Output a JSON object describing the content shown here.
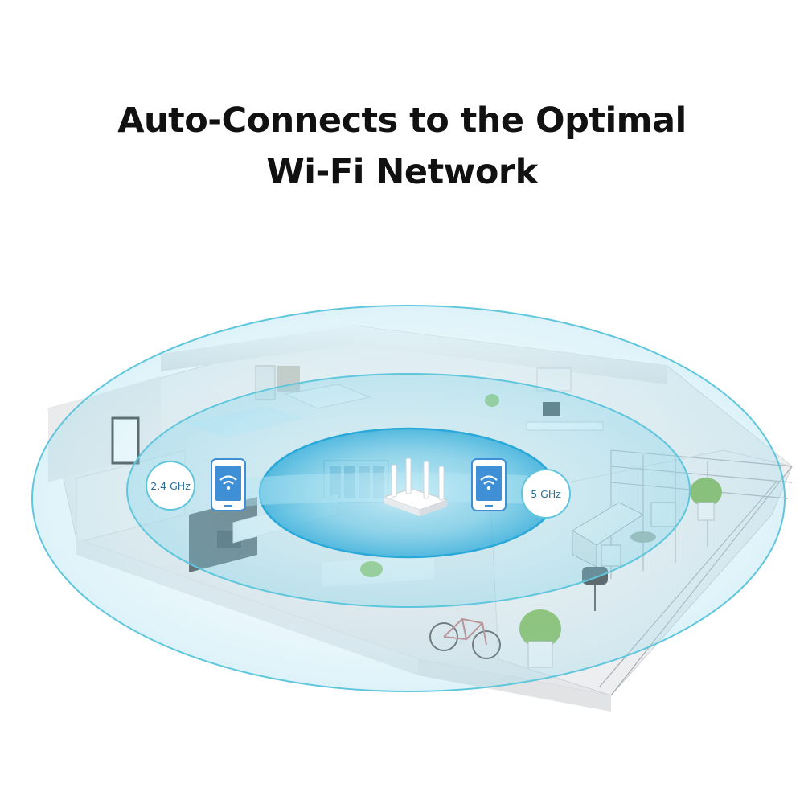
{
  "headline": {
    "line1": "Auto-Connects to the Optimal",
    "line2": "Wi-Fi Network"
  },
  "bands": {
    "left_label": "2.4 GHz",
    "right_label": "5 GHz"
  },
  "icons": {
    "left_device": "smartphone-wifi-icon",
    "right_device": "smartphone-wifi-icon",
    "router": "router-icon"
  },
  "colors": {
    "coverage_ring": "#5fc6dc",
    "coverage_fill": "#8fd8ea",
    "core_fill": "#38b3dc",
    "phone_blue": "#3f8fd6"
  }
}
